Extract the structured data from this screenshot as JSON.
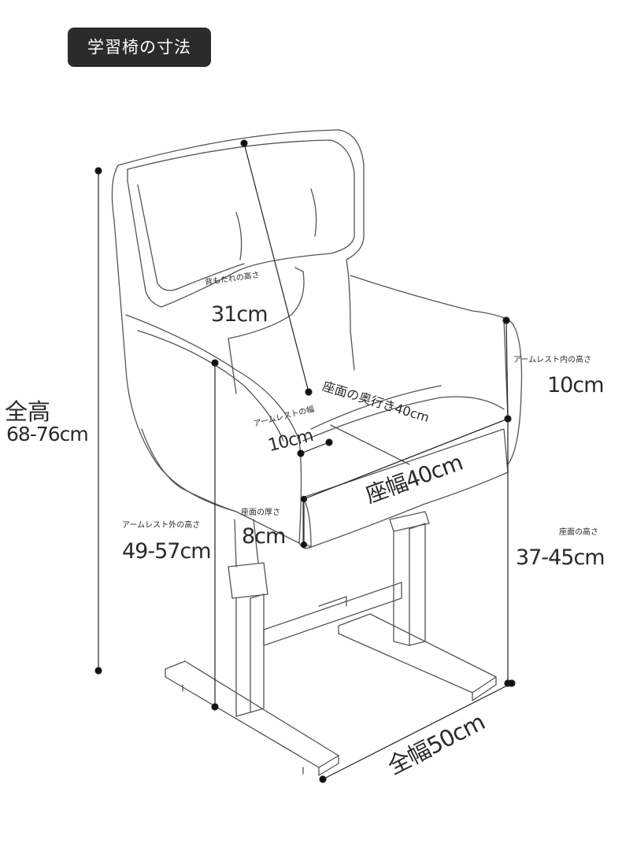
{
  "title": "学習椅の寸法",
  "dimensions": {
    "total_height": {
      "label": "全高",
      "value": "68-76cm"
    },
    "back_height": {
      "label": "背もたれの高さ",
      "value": "31cm"
    },
    "armrest_inner_height": {
      "label": "アームレスト内の高さ",
      "value": "10cm"
    },
    "seat_depth": {
      "label": "座面の奥行き40cm"
    },
    "armrest_width": {
      "label": "アームレストの幅",
      "value": "10cm"
    },
    "seat_width": {
      "label": "座幅40cm"
    },
    "seat_thickness": {
      "label": "座面の厚さ",
      "value": "8cm"
    },
    "armrest_outer_height": {
      "label": "アームレスト外の高さ",
      "value": "49-57cm"
    },
    "seat_height": {
      "label": "座面の高さ",
      "value": "37-45cm"
    },
    "total_width": {
      "label": "全幅50cm"
    }
  }
}
